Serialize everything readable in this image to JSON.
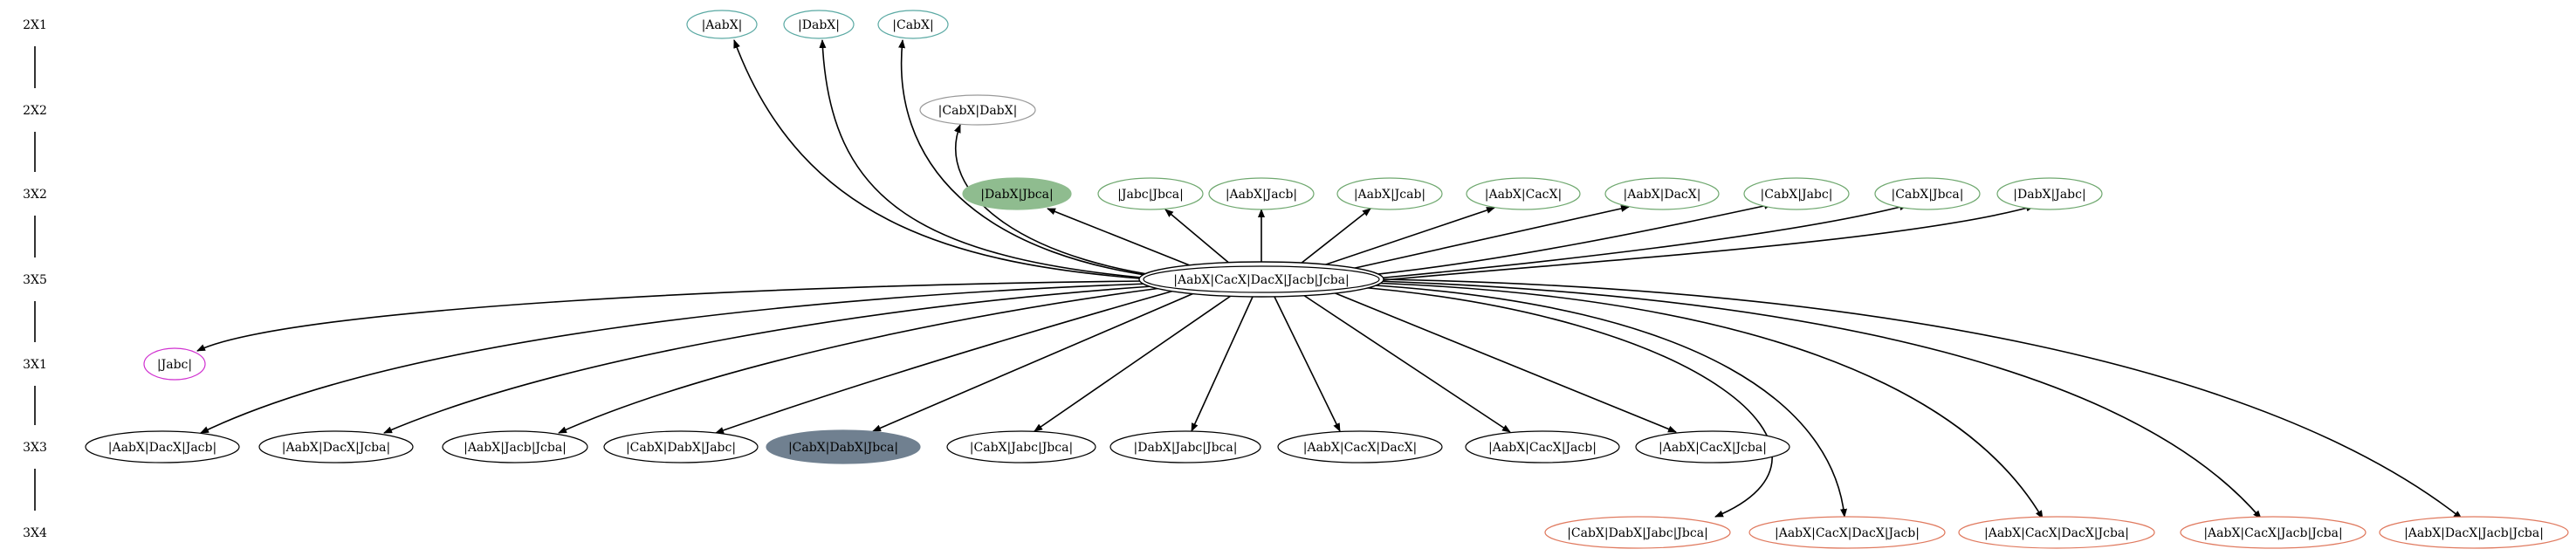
{
  "ranks": [
    {
      "id": "r0",
      "label": "2X1"
    },
    {
      "id": "r1",
      "label": "2X2"
    },
    {
      "id": "r2",
      "label": "3X2"
    },
    {
      "id": "r3",
      "label": "3X5"
    },
    {
      "id": "r4",
      "label": "3X1"
    },
    {
      "id": "r5",
      "label": "3X3"
    },
    {
      "id": "r6",
      "label": "3X4"
    }
  ],
  "colors": {
    "teal": "#5aa9a3",
    "grey": "#9a9a9a",
    "green": "#6fa86f",
    "green_fill": "#8fbc8f",
    "magenta": "#d030d0",
    "black": "#000000",
    "slate_fill": "#708090",
    "orange": "#e07a5f"
  },
  "center": {
    "id": "center",
    "label": "|AabX|CacX|DacX|Jacb|Jcba|",
    "rank": "r3"
  },
  "nodes": [
    {
      "id": "n_aabx",
      "label": "|AabX|",
      "rank": "r0",
      "stroke": "teal",
      "fill": ""
    },
    {
      "id": "n_dabx",
      "label": "|DabX|",
      "rank": "r0",
      "stroke": "teal",
      "fill": ""
    },
    {
      "id": "n_cabx",
      "label": "|CabX|",
      "rank": "r0",
      "stroke": "teal",
      "fill": ""
    },
    {
      "id": "n_cabxdabx",
      "label": "|CabX|DabX|",
      "rank": "r1",
      "stroke": "grey",
      "fill": ""
    },
    {
      "id": "n_dabxjbca",
      "label": "|DabX|Jbca|",
      "rank": "r2",
      "stroke": "green",
      "fill": "green_fill"
    },
    {
      "id": "n_jabcjbca",
      "label": "|Jabc|Jbca|",
      "rank": "r2",
      "stroke": "green",
      "fill": ""
    },
    {
      "id": "n_aabxjacb",
      "label": "|AabX|Jacb|",
      "rank": "r2",
      "stroke": "green",
      "fill": ""
    },
    {
      "id": "n_aabxjcab",
      "label": "|AabX|Jcab|",
      "rank": "r2",
      "stroke": "green",
      "fill": ""
    },
    {
      "id": "n_aabxcacx",
      "label": "|AabX|CacX|",
      "rank": "r2",
      "stroke": "green",
      "fill": ""
    },
    {
      "id": "n_aabxdacx",
      "label": "|AabX|DacX|",
      "rank": "r2",
      "stroke": "green",
      "fill": ""
    },
    {
      "id": "n_cabxjabc",
      "label": "|CabX|Jabc|",
      "rank": "r2",
      "stroke": "green",
      "fill": ""
    },
    {
      "id": "n_cabxjbca",
      "label": "|CabX|Jbca|",
      "rank": "r2",
      "stroke": "green",
      "fill": ""
    },
    {
      "id": "n_dabxjabc",
      "label": "|DabX|Jabc|",
      "rank": "r2",
      "stroke": "green",
      "fill": ""
    },
    {
      "id": "n_jabc",
      "label": "|Jabc|",
      "rank": "r4",
      "stroke": "magenta",
      "fill": ""
    },
    {
      "id": "n_aabxdacxjacb",
      "label": "|AabX|DacX|Jacb|",
      "rank": "r5",
      "stroke": "black",
      "fill": ""
    },
    {
      "id": "n_aabxdacxjcba",
      "label": "|AabX|DacX|Jcba|",
      "rank": "r5",
      "stroke": "black",
      "fill": ""
    },
    {
      "id": "n_aabxjacbjcba",
      "label": "|AabX|Jacb|Jcba|",
      "rank": "r5",
      "stroke": "black",
      "fill": ""
    },
    {
      "id": "n_cabxdabxjabc",
      "label": "|CabX|DabX|Jabc|",
      "rank": "r5",
      "stroke": "black",
      "fill": ""
    },
    {
      "id": "n_cabxdabxjbca",
      "label": "|CabX|DabX|Jbca|",
      "rank": "r5",
      "stroke": "black",
      "fill": "slate_fill"
    },
    {
      "id": "n_cabxjabcjbca",
      "label": "|CabX|Jabc|Jbca|",
      "rank": "r5",
      "stroke": "black",
      "fill": ""
    },
    {
      "id": "n_dabxjabcjbca",
      "label": "|DabX|Jabc|Jbca|",
      "rank": "r5",
      "stroke": "black",
      "fill": ""
    },
    {
      "id": "n_aabxcacxdacx",
      "label": "|AabX|CacX|DacX|",
      "rank": "r5",
      "stroke": "black",
      "fill": ""
    },
    {
      "id": "n_aabxcacxjacb",
      "label": "|AabX|CacX|Jacb|",
      "rank": "r5",
      "stroke": "black",
      "fill": ""
    },
    {
      "id": "n_aabxcacxjcba",
      "label": "|AabX|CacX|Jcba|",
      "rank": "r5",
      "stroke": "black",
      "fill": ""
    },
    {
      "id": "n_cabxdabxjabcjbca",
      "label": "|CabX|DabX|Jabc|Jbca|",
      "rank": "r6",
      "stroke": "orange",
      "fill": ""
    },
    {
      "id": "n_aabxcacxdacxjacb",
      "label": "|AabX|CacX|DacX|Jacb|",
      "rank": "r6",
      "stroke": "orange",
      "fill": ""
    },
    {
      "id": "n_aabxcacxdacxjcba",
      "label": "|AabX|CacX|DacX|Jcba|",
      "rank": "r6",
      "stroke": "orange",
      "fill": ""
    },
    {
      "id": "n_aabxcacxjacbjcba",
      "label": "|AabX|CacX|Jacb|Jcba|",
      "rank": "r6",
      "stroke": "orange",
      "fill": ""
    },
    {
      "id": "n_aabxdacxjacbjcba",
      "label": "|AabX|DacX|Jacb|Jcba|",
      "rank": "r6",
      "stroke": "orange",
      "fill": ""
    }
  ],
  "edges": [
    {
      "from": "center",
      "to": "n_aabx"
    },
    {
      "from": "center",
      "to": "n_dabx"
    },
    {
      "from": "center",
      "to": "n_cabx"
    },
    {
      "from": "center",
      "to": "n_cabxdabx"
    },
    {
      "from": "center",
      "to": "n_dabxjbca"
    },
    {
      "from": "center",
      "to": "n_jabcjbca"
    },
    {
      "from": "center",
      "to": "n_aabxjacb"
    },
    {
      "from": "center",
      "to": "n_aabxjcab"
    },
    {
      "from": "center",
      "to": "n_aabxcacx"
    },
    {
      "from": "center",
      "to": "n_aabxdacx"
    },
    {
      "from": "center",
      "to": "n_cabxjabc"
    },
    {
      "from": "center",
      "to": "n_cabxjbca"
    },
    {
      "from": "center",
      "to": "n_dabxjabc"
    },
    {
      "from": "center",
      "to": "n_jabc"
    },
    {
      "from": "center",
      "to": "n_aabxdacxjacb"
    },
    {
      "from": "center",
      "to": "n_aabxdacxjcba"
    },
    {
      "from": "center",
      "to": "n_aabxjacbjcba"
    },
    {
      "from": "center",
      "to": "n_cabxdabxjabc"
    },
    {
      "from": "center",
      "to": "n_cabxdabxjbca"
    },
    {
      "from": "center",
      "to": "n_cabxjabcjbca"
    },
    {
      "from": "center",
      "to": "n_dabxjabcjbca"
    },
    {
      "from": "center",
      "to": "n_aabxcacxdacx"
    },
    {
      "from": "center",
      "to": "n_aabxcacxjacb"
    },
    {
      "from": "center",
      "to": "n_aabxcacxjcba"
    },
    {
      "from": "center",
      "to": "n_cabxdabxjabcjbca"
    },
    {
      "from": "center",
      "to": "n_aabxcacxdacxjacb"
    },
    {
      "from": "center",
      "to": "n_aabxcacxdacxjcba"
    },
    {
      "from": "center",
      "to": "n_aabxcacxjacbjcba"
    },
    {
      "from": "center",
      "to": "n_aabxdacxjacbjcba"
    }
  ]
}
